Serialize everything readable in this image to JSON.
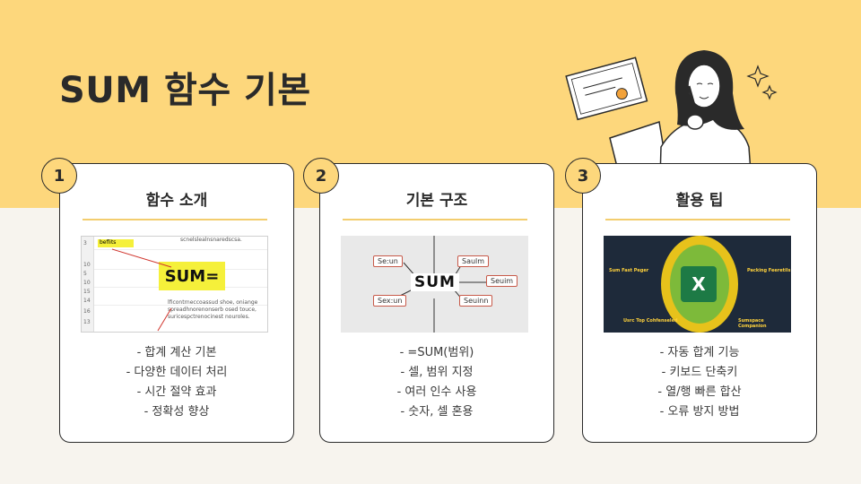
{
  "slide": {
    "title": "SUM 함수 기본"
  },
  "cards": [
    {
      "number": "1",
      "title": "함수 소개",
      "image": {
        "highlight_cell": "beflits",
        "sum_text": "SUM=",
        "top_text": "scnelslealnsnaredscsa.",
        "bottom_text": "lficontrneccoassud shoe, oniange spreadhnorenonserb osed touce, suricespctrenocinest nouroles.",
        "row_numbers": [
          "3",
          "10",
          "5",
          "10",
          "15",
          "14",
          "16",
          "13"
        ]
      },
      "bullets": [
        "- 합계 계산 기본",
        "- 다양한 데이터 처리",
        "- 시간 절약 효과",
        "- 정확성 향상"
      ]
    },
    {
      "number": "2",
      "title": "기본 구조",
      "image": {
        "center": "SUM",
        "nodes": [
          "Se:un",
          "Saulm",
          "Seuim",
          "Sex:un",
          "Seuinn"
        ]
      },
      "bullets": [
        "- =SUM(범위)",
        "- 셀, 범위 지정",
        "- 여러 인수 사용",
        "- 숫자, 셀 혼용"
      ]
    },
    {
      "number": "3",
      "title": "활용 팁",
      "image": {
        "logo": "X",
        "labels": [
          "Sum Fast Peger",
          "Packing Feeretils",
          "Usrc Top Cohfenseled",
          "Sumspace Companion"
        ]
      },
      "bullets": [
        "- 자동 합계 기능",
        "- 키보드 단축키",
        "- 열/행 빠른 합산",
        "- 오류 방지 방법"
      ]
    }
  ],
  "colors": {
    "band": "#fdd77c",
    "background": "#f7f4ee",
    "accent_rule": "#f3cd6e",
    "ink": "#2a2a2a"
  }
}
